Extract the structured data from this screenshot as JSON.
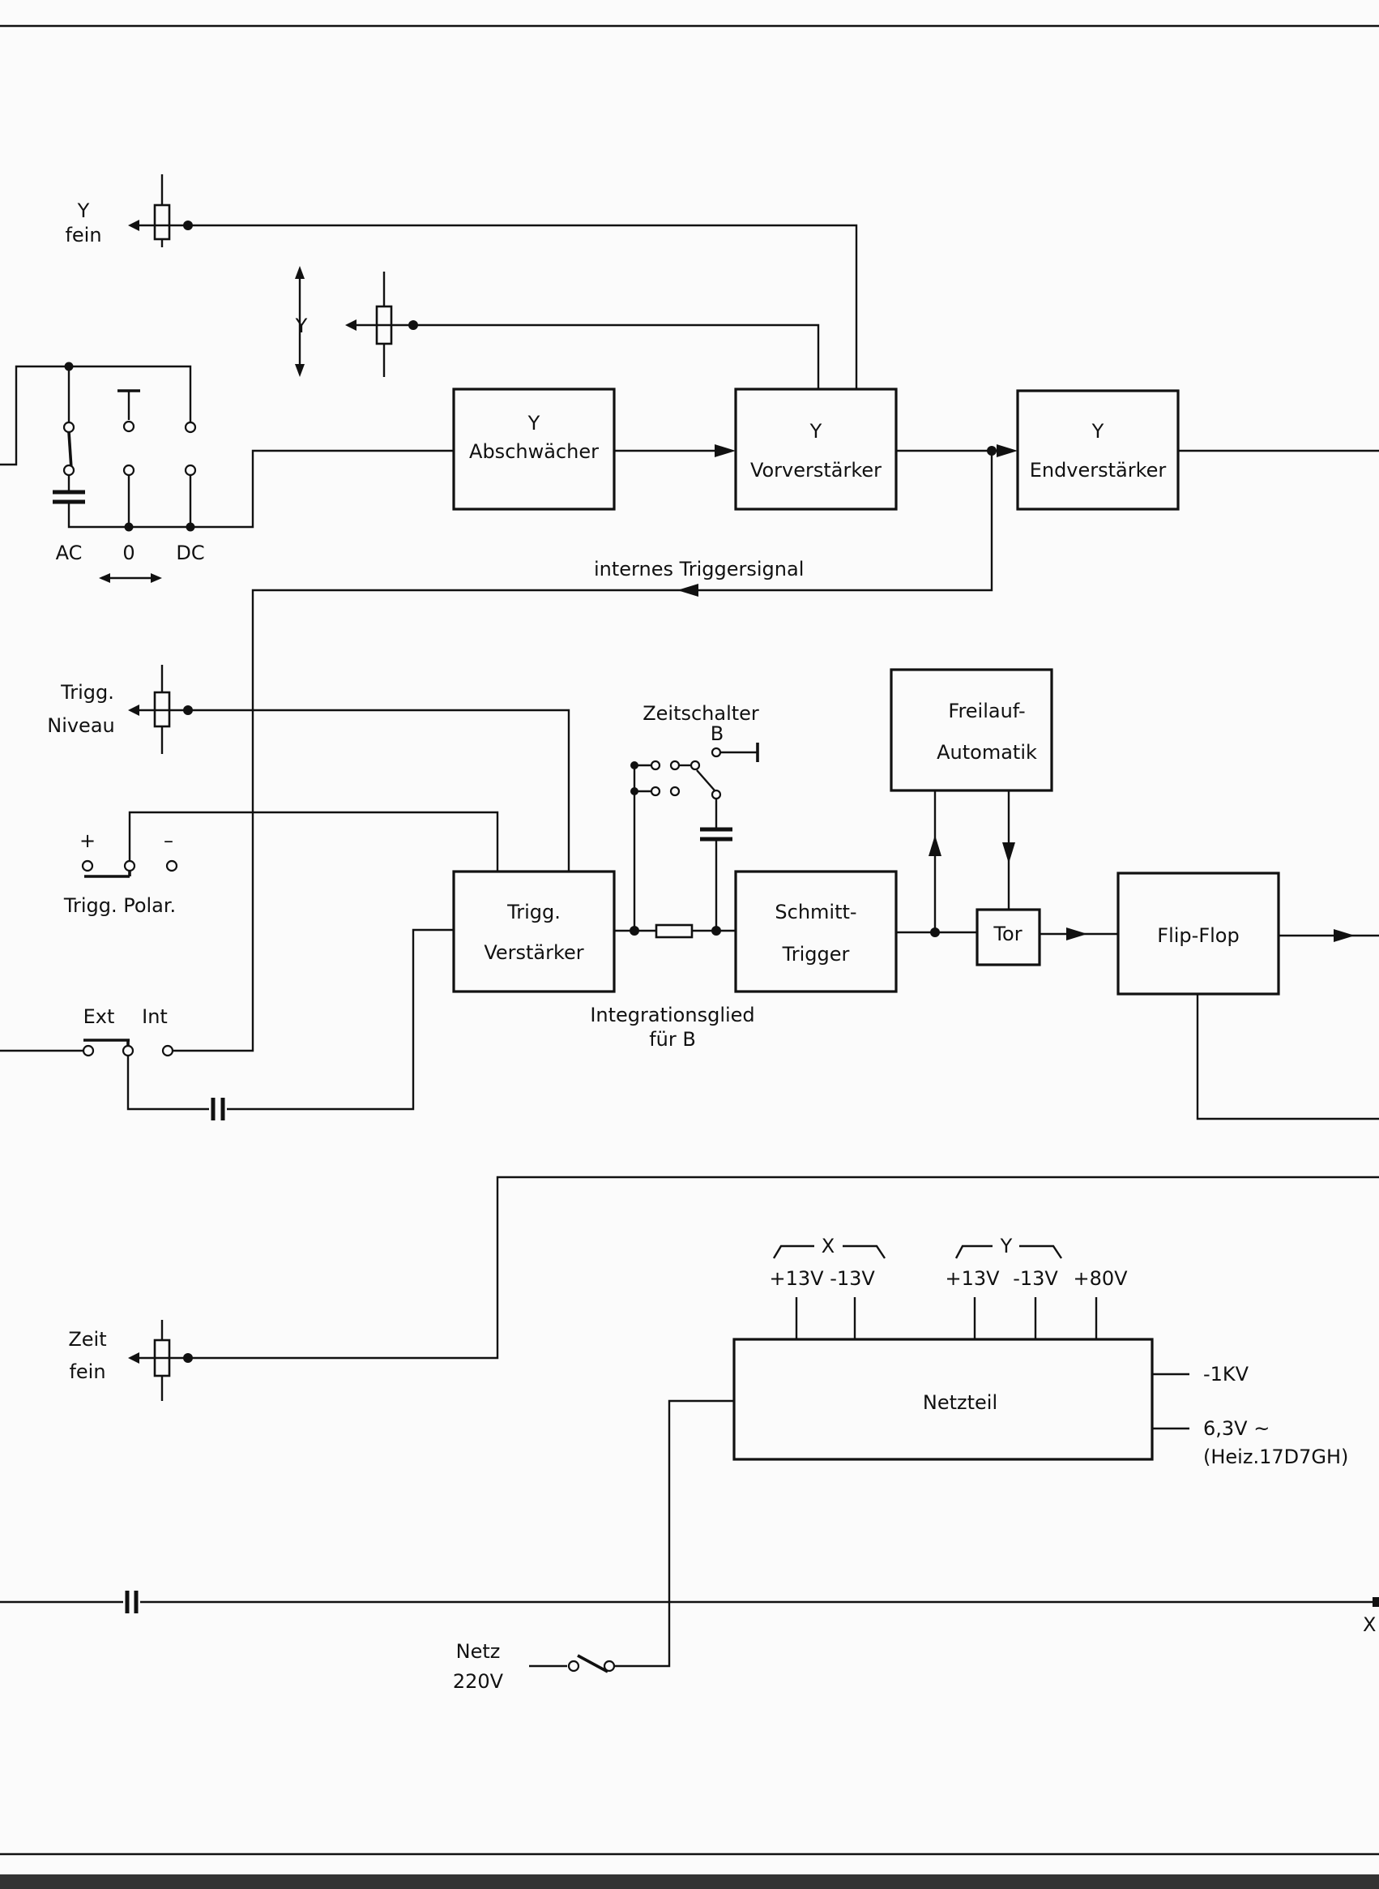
{
  "labels": {
    "y_fein_1": "Y",
    "y_fein_2": "fein",
    "y_pos": "Y",
    "ac": "AC",
    "zero": "0",
    "dc": "DC",
    "abschw_1": "Y",
    "abschw_2": "Abschwächer",
    "vorv_1": "Y",
    "vorv_2": "Vorverstärker",
    "endv_1": "Y",
    "endv_2": "Endverstärker",
    "internes": "internes Triggersignal",
    "trigg_niveau_1": "Trigg.",
    "trigg_niveau_2": "Niveau",
    "plus": "+",
    "minus": "–",
    "trigg_polar": "Trigg. Polar.",
    "zeitschalter_1": "Zeitschalter",
    "zeitschalter_2": "B",
    "freilauf_1": "Freilauf-",
    "freilauf_2": "Automatik",
    "trigg_verst_1": "Trigg.",
    "trigg_verst_2": "Verstärker",
    "schmitt_1": "Schmitt-",
    "schmitt_2": "Trigger",
    "tor": "Tor",
    "flipflop": "Flip-Flop",
    "integr_1": "Integrationsglied",
    "integr_2": "für B",
    "ext": "Ext",
    "int": "Int",
    "zeit_fein_1": "Zeit",
    "zeit_fein_2": "fein",
    "x": "X",
    "y": "Y",
    "v13p_x": "+13V",
    "v13m_x": "-13V",
    "v13p_y": "+13V",
    "v13m_y": "-13V",
    "v80": "+80V",
    "netzteil": "Netzteil",
    "kv": "-1KV",
    "heiz_1": "6,3V ~",
    "heiz_2": "(Heiz.17D7GH)",
    "netz_1": "Netz",
    "netz_2": "220V",
    "x_out": "X"
  }
}
